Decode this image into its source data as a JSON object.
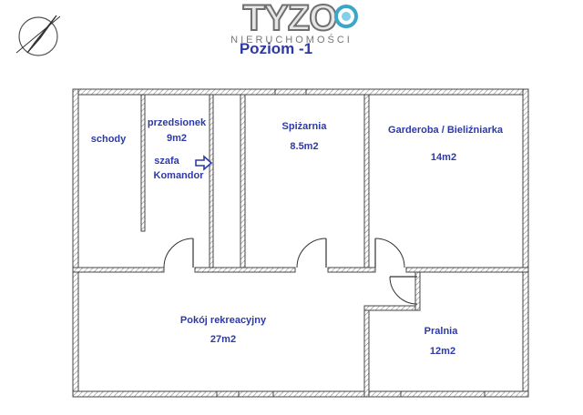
{
  "brand": {
    "logo_text": "TYZO",
    "tagline": "NIERUCHOMOŚCI"
  },
  "floor_title": "Poziom -1",
  "rooms": [
    {
      "id": "schody",
      "name": "schody",
      "area": ""
    },
    {
      "id": "przedsionek",
      "name": "przedsionek",
      "area": "9m2"
    },
    {
      "id": "szafa",
      "name": "szafa",
      "area": "Komandor"
    },
    {
      "id": "spizarnia",
      "name": "Spiżarnia",
      "area": "8.5m2"
    },
    {
      "id": "garderoba",
      "name": "Garderoba / Bieliźniarka",
      "area": "14m2"
    },
    {
      "id": "pokoj",
      "name": "Pokój rekreacyjny",
      "area": "27m2"
    },
    {
      "id": "pralnia",
      "name": "Pralnia",
      "area": "12m2"
    }
  ],
  "colors": {
    "label": "#2d3aa6",
    "arrow": "#2d3aa6",
    "wall_stroke": "#555555",
    "logo": "#6f6f6f",
    "logo_accent": "#3aa6c8"
  },
  "icons": {
    "compass": "north-arrow-icon",
    "szafa_arrow": "arrow-right-icon"
  }
}
